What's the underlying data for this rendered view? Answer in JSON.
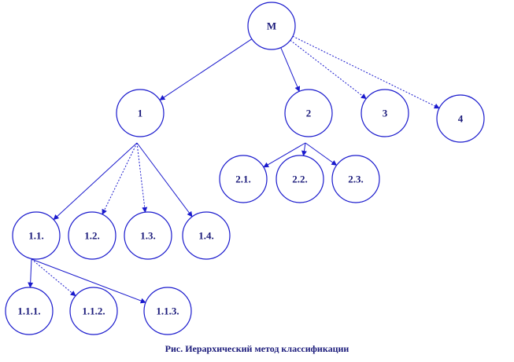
{
  "diagram": {
    "nodes": [
      {
        "id": "M",
        "label": "М"
      },
      {
        "id": "1",
        "label": "1"
      },
      {
        "id": "2",
        "label": "2"
      },
      {
        "id": "3",
        "label": "3"
      },
      {
        "id": "4",
        "label": "4"
      },
      {
        "id": "1.1",
        "label": "1.1."
      },
      {
        "id": "1.2",
        "label": "1.2."
      },
      {
        "id": "1.3",
        "label": "1.3."
      },
      {
        "id": "1.4",
        "label": "1.4."
      },
      {
        "id": "2.1",
        "label": "2.1."
      },
      {
        "id": "2.2",
        "label": "2.2."
      },
      {
        "id": "2.3",
        "label": "2.3."
      },
      {
        "id": "1.1.1",
        "label": "1.1.1."
      },
      {
        "id": "1.1.2",
        "label": "1.1.2."
      },
      {
        "id": "1.1.3",
        "label": "1.1.3."
      }
    ],
    "edges": [
      {
        "from": "M",
        "to": "1",
        "style": "solid"
      },
      {
        "from": "M",
        "to": "2",
        "style": "solid"
      },
      {
        "from": "M",
        "to": "3",
        "style": "dashed"
      },
      {
        "from": "M",
        "to": "4",
        "style": "dashed"
      },
      {
        "from": "1",
        "to": "1.1",
        "style": "solid"
      },
      {
        "from": "1",
        "to": "1.2",
        "style": "dashed"
      },
      {
        "from": "1",
        "to": "1.3",
        "style": "dashed"
      },
      {
        "from": "1",
        "to": "1.4",
        "style": "solid"
      },
      {
        "from": "2",
        "to": "2.1",
        "style": "solid"
      },
      {
        "from": "2",
        "to": "2.2",
        "style": "solid"
      },
      {
        "from": "2",
        "to": "2.3",
        "style": "solid"
      },
      {
        "from": "1.1",
        "to": "1.1.1",
        "style": "solid"
      },
      {
        "from": "1.1",
        "to": "1.1.2",
        "style": "dashed"
      },
      {
        "from": "1.1",
        "to": "1.1.3",
        "style": "solid"
      }
    ],
    "colors": {
      "stroke": "#1a1acd",
      "text": "#1a1a7a",
      "background": "#ffffff"
    }
  },
  "caption": "Рис. Иерархический метод классификации"
}
